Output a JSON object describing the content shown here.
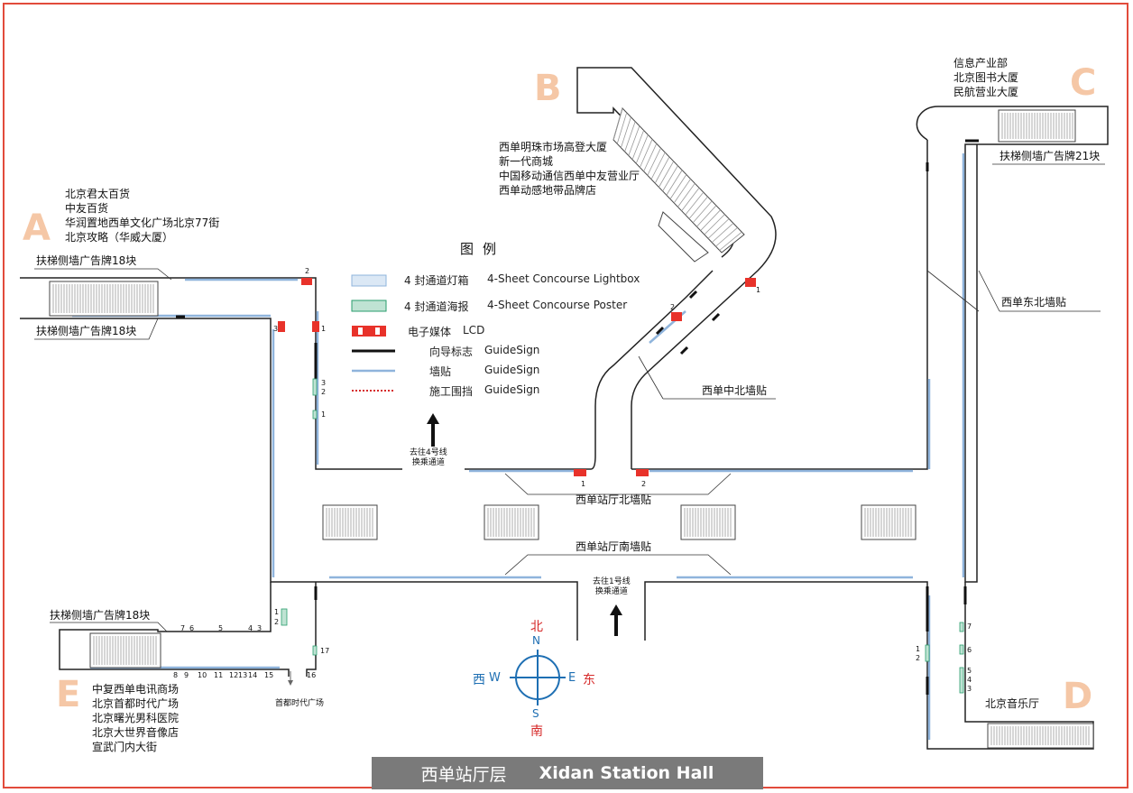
{
  "footer": {
    "zh": "西单站厅层",
    "en": "Xidan Station Hall"
  },
  "exits": {
    "A": {
      "letter": "A",
      "places": [
        "北京君太百货",
        "中友百货",
        "华润置地西单文化广场北京77街",
        "北京攻略（华威大厦）"
      ]
    },
    "B": {
      "letter": "B",
      "places": [
        "西单明珠市场高登大厦",
        "新一代商城",
        "中国移动通信西单中友营业厅",
        "西单动感地带品牌店"
      ]
    },
    "C": {
      "letter": "C",
      "places": [
        "信息产业部",
        "北京图书大厦",
        "民航营业大厦"
      ]
    },
    "D": {
      "letter": "D",
      "places": [
        "北京音乐厅"
      ]
    },
    "E": {
      "letter": "E",
      "places": [
        "中复西单电讯商场",
        "北京首都时代广场",
        "北京曙光男科医院",
        "北京大世界音像店",
        "宣武门内大街"
      ]
    }
  },
  "labels": {
    "escalator_a_top": "扶梯侧墙广告牌18块",
    "escalator_a_bottom": "扶梯侧墙广告牌18块",
    "escalator_e": "扶梯侧墙广告牌18块",
    "escalator_c": "扶梯侧墙广告牌21块",
    "ne_wall": "西单东北墙贴",
    "mid_north_wall": "西单中北墙贴",
    "hall_north_wall": "西单站厅北墙贴",
    "hall_south_wall": "西单站厅南墙贴",
    "to_line4": [
      "去往4号线",
      "换乘通道"
    ],
    "to_line1": [
      "去往1号线",
      "换乘通道"
    ],
    "capital_plaza": "首都时代广场"
  },
  "legend": {
    "title": "图例",
    "items": [
      {
        "zh": "4 封通道灯箱",
        "en": "4-Sheet Concourse Lightbox",
        "icon": "lightbox"
      },
      {
        "zh": "4 封通道海报",
        "en": "4-Sheet Concourse Poster",
        "icon": "poster"
      },
      {
        "zh": "电子媒体",
        "en": "LCD",
        "icon": "lcd"
      },
      {
        "zh": "向导标志",
        "en": "GuideSign",
        "icon": "guide"
      },
      {
        "zh": "墙贴",
        "en": "GuideSign",
        "icon": "wall"
      },
      {
        "zh": "施工围挡",
        "en": "GuideSign",
        "icon": "hoarding"
      }
    ]
  },
  "compass": {
    "n_cn": "北",
    "n": "N",
    "s_cn": "南",
    "s": "S",
    "w_cn": "西",
    "w": "W",
    "e_cn": "东",
    "e": "E"
  },
  "markers": {
    "a_lcd_2": "2",
    "a_lcd_3": "3",
    "a_lcd_1": "1",
    "a_poster_3": "3",
    "a_poster_2": "2",
    "a_poster_1": "1",
    "b_lcd_1": "1",
    "b_lcd_2": "2",
    "hall_lcd_1": "1",
    "hall_lcd_2": "2",
    "e_nums": [
      "1",
      "2",
      "7",
      "6",
      "5",
      "4",
      "3",
      "8",
      "9",
      "10",
      "11",
      "12",
      "13",
      "14",
      "15",
      "16",
      "17"
    ],
    "d_nums": [
      "1",
      "2",
      "7",
      "6",
      "5",
      "4",
      "3"
    ]
  },
  "colors": {
    "frame": "#e24b3b",
    "letter": "#f5c7a6",
    "compass": "#1e6fb3",
    "compass_text": "#d62a2a",
    "wall": "#8fb4dc",
    "lcd": "#e8322a",
    "poster": "#2a9d6e"
  }
}
